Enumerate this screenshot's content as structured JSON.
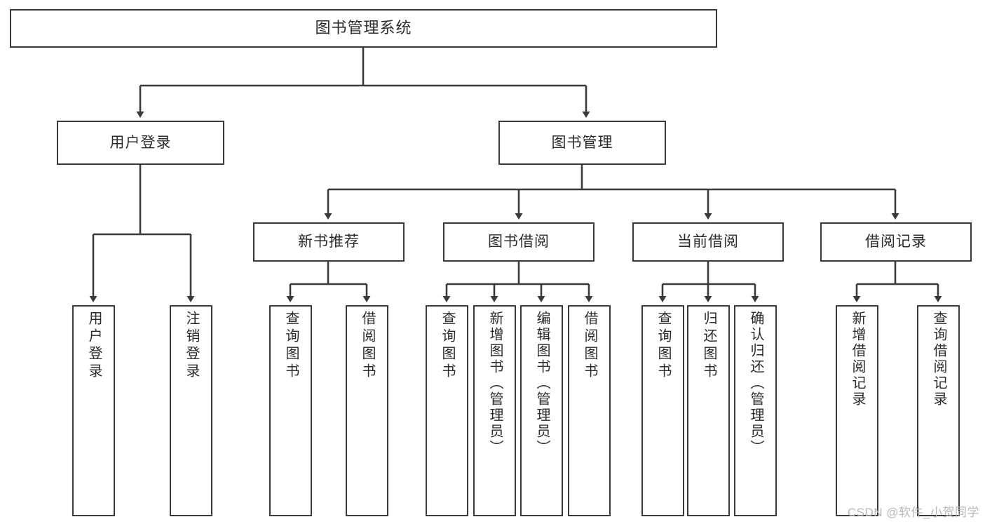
{
  "diagram": {
    "title": "图书管理系统",
    "type": "tree-hierarchy",
    "colors": {
      "stroke": "#3a3a3a",
      "text": "#2b2b2b",
      "background": "#ffffff",
      "watermark": "#b9b9b9"
    },
    "root": {
      "label": "图书管理系统"
    },
    "level1": [
      {
        "label": "用户登录"
      },
      {
        "label": "图书管理"
      }
    ],
    "level2": [
      {
        "label": "新书推荐"
      },
      {
        "label": "图书借阅"
      },
      {
        "label": "当前借阅"
      },
      {
        "label": "借阅记录"
      }
    ],
    "leaves": {
      "user_login": [
        {
          "label": "用户登录"
        },
        {
          "label": "注销登录"
        }
      ],
      "new_book_recommend": [
        {
          "label": "查询图书"
        },
        {
          "label": "借阅图书"
        }
      ],
      "book_borrow": [
        {
          "label": "查询图书"
        },
        {
          "label": "新增图书（管理员）"
        },
        {
          "label": "编辑图书（管理员）"
        },
        {
          "label": "借阅图书"
        }
      ],
      "current_borrow": [
        {
          "label": "查询图书"
        },
        {
          "label": "归还图书"
        },
        {
          "label": "确认归还（管理员）"
        }
      ],
      "borrow_record": [
        {
          "label": "新增借阅记录"
        },
        {
          "label": "查询借阅记录"
        }
      ]
    }
  },
  "watermark": {
    "text": "CSDN @软件_小贺同学"
  }
}
